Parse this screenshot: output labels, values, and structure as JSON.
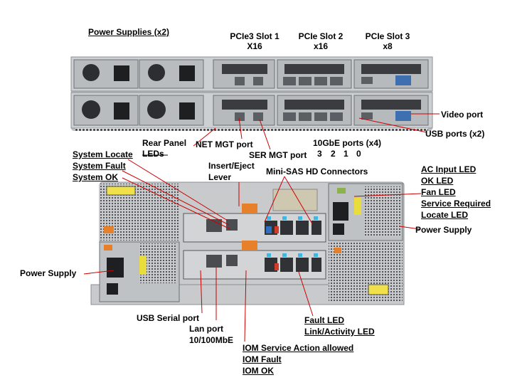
{
  "top_unit": {
    "power_supplies": "Power Supplies (x2)",
    "slot1": {
      "line1": "PCIe3 Slot 1",
      "line2": "X16"
    },
    "slot2": {
      "line1": "PCIe Slot 2",
      "line2": "x16"
    },
    "slot3": {
      "line1": "PCIe Slot 3",
      "line2": "x8"
    },
    "video_port": "Video port",
    "usb_ports": "USB ports (x2)",
    "rear_panel": "Rear Panel",
    "leds": "LEDs",
    "net_mgt": "NET MGT port",
    "ser_mgt": "SER MGT port",
    "tengbe": "10GbE ports (x4)",
    "port_numbers": [
      "3",
      "2",
      "1",
      "0"
    ]
  },
  "bottom_unit": {
    "system_locate": "System Locate",
    "system_fault": "System Fault",
    "system_ok": "System OK",
    "insert_eject_1": "Insert/Eject",
    "insert_eject_2": "Lever",
    "mini_sas": "Mini-SAS HD Connectors",
    "ac_input_led": "AC Input LED",
    "ok_led": "OK LED",
    "fan_led": "Fan LED",
    "service_required": "Service Required",
    "locate_led": "Locate LED",
    "power_supply_right": "Power Supply",
    "power_supply_left": "Power Supply",
    "usb_serial": "USB Serial port",
    "lan_port_1": "Lan port",
    "lan_port_2": "10/100MbE",
    "fault_led": "Fault LED",
    "link_activity": "Link/Activity LED",
    "iom_service": "IOM Service Action allowed",
    "iom_fault": "IOM Fault",
    "iom_ok": "IOM OK"
  },
  "colors": {
    "leader": "#cc0000",
    "chassis": "#d4d6d8",
    "dark": "#2e3033"
  }
}
